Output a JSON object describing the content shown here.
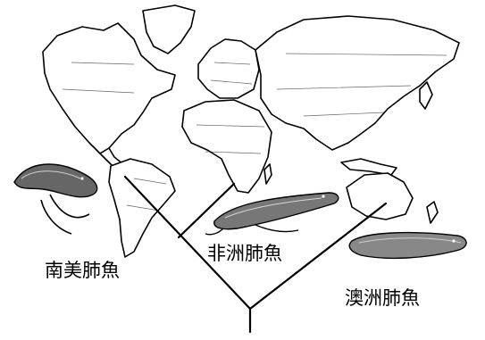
{
  "labels": {
    "south_america_lungfish": "南美肺魚",
    "african_lungfish": "非洲肺魚",
    "australian_lungfish": "澳洲肺魚"
  },
  "colors": {
    "ink": "#000000",
    "paper": "#ffffff"
  },
  "icons": [
    "world-map",
    "south-american-lungfish-icon",
    "african-lungfish-icon",
    "australian-lungfish-icon"
  ]
}
